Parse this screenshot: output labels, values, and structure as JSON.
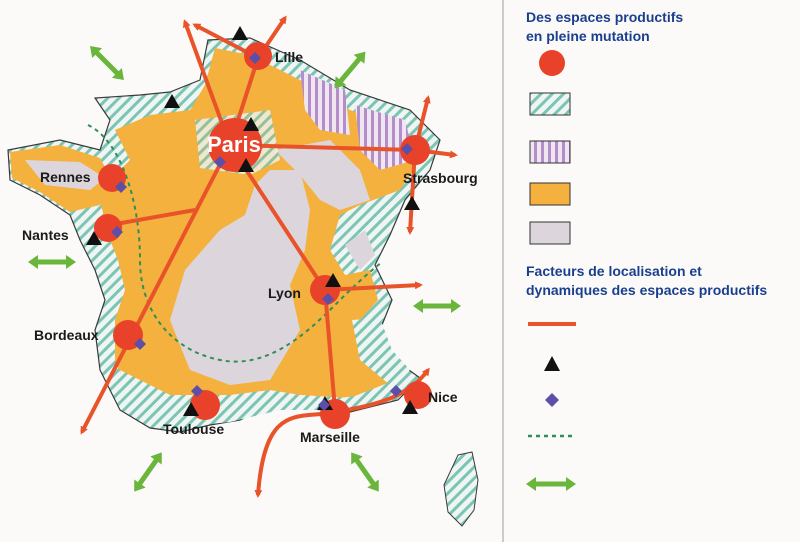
{
  "map": {
    "cities": [
      {
        "id": "paris",
        "label": "Paris"
      },
      {
        "id": "lille",
        "label": "Lille"
      },
      {
        "id": "strasbourg",
        "label": "Strasbourg"
      },
      {
        "id": "rennes",
        "label": "Rennes"
      },
      {
        "id": "nantes",
        "label": "Nantes"
      },
      {
        "id": "lyon",
        "label": "Lyon"
      },
      {
        "id": "bordeaux",
        "label": "Bordeaux"
      },
      {
        "id": "toulouse",
        "label": "Toulouse"
      },
      {
        "id": "marseille",
        "label": "Marseille"
      },
      {
        "id": "nice",
        "label": "Nice"
      }
    ]
  },
  "legend": {
    "section1_title_line1": "Des espaces productifs",
    "section1_title_line2": "en pleine mutation",
    "section2_title_line1": "Facteurs de localisation et",
    "section2_title_line2": "dynamiques des espaces productifs",
    "swatches": [
      {
        "name": "metropole-circle",
        "color": "#e8432a"
      },
      {
        "name": "green-hatch",
        "color": "#7cc4b4"
      },
      {
        "name": "purple-hatch",
        "color": "#b48ec8"
      },
      {
        "name": "orange-area",
        "color": "#f4b13e"
      },
      {
        "name": "grey-area",
        "color": "#dcd6dc"
      },
      {
        "name": "orange-arrow",
        "color": "#e8532a"
      },
      {
        "name": "black-triangle",
        "color": "#111111"
      },
      {
        "name": "purple-diamond",
        "color": "#5b4fa8"
      },
      {
        "name": "green-dashed",
        "color": "#2e8f5a"
      },
      {
        "name": "green-double-arrow",
        "color": "#6ab63c"
      }
    ]
  }
}
